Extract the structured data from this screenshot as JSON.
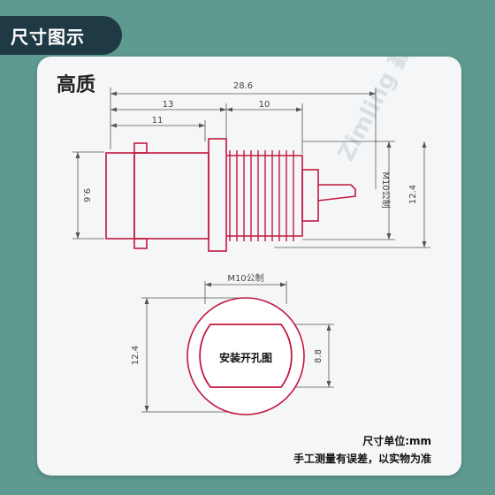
{
  "header": {
    "title": "尺寸图示"
  },
  "card": {
    "quality_label": "高质",
    "watermark": "Zimling 鑫凌"
  },
  "dimensions": {
    "total_length": "28.6",
    "body_length": "13",
    "flange_length": "11",
    "thread_length": "10",
    "body_diameter": "9.6",
    "thread_spec_side": "M10公制",
    "outer_height": "12.4",
    "thread_spec_top": "M10公制",
    "hole_height": "12.4",
    "flat_width": "8.8",
    "hole_label": "安装开孔图"
  },
  "footer": {
    "unit_note": "尺寸单位:mm",
    "error_note": "手工测量有误差，以实物为准"
  },
  "colors": {
    "background": "#5f9a91",
    "tab": "#1f3a44",
    "card": "#f5f6f8",
    "outline": "#c2183f",
    "dimension_line": "#555555"
  }
}
